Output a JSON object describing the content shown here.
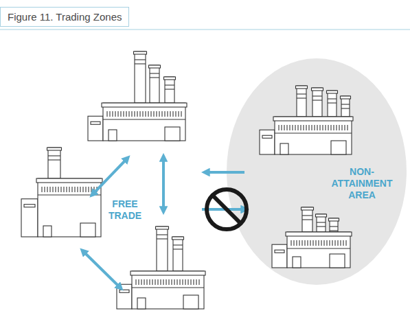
{
  "diagram": {
    "title": "Figure 11. Trading Zones",
    "nodes": [
      {
        "text": [
          "NON- ATTAINMENT AREA"
        ]
      }
    ],
    "labels": [
      "FREE TRADE"
    ]
  }
}
